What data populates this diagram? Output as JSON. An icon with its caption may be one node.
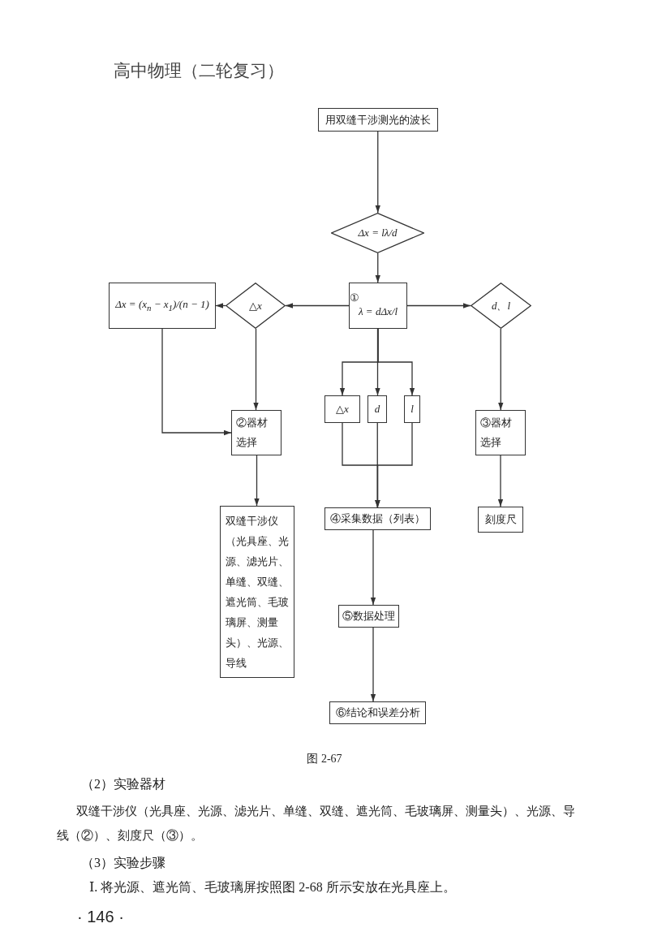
{
  "diagram": {
    "caption": "图 2-67",
    "nodes": [
      {
        "text": [
          "用双缝干涉测光的波长"
        ]
      },
      {
        "text": [
          "Δx = lλ/d"
        ]
      },
      {
        "text": [
          "①",
          "λ = dΔx/l"
        ]
      },
      {
        "text": [
          "△x"
        ]
      },
      {
        "text": [
          "Δx = (x$_{n}$ − x$_{1}$)/(n − 1)"
        ]
      },
      {
        "text": [
          "d、l"
        ]
      },
      {
        "text": [
          "△x"
        ]
      },
      {
        "text": [
          "d"
        ]
      },
      {
        "text": [
          "l"
        ]
      },
      {
        "text": [
          "②器材选择"
        ]
      },
      {
        "text": [
          "③器材选择"
        ]
      },
      {
        "text": [
          "双缝干涉仪（光具座、光源、滤光片、单缝、双缝、遮光筒、毛玻璃屏、测量头）、光源、导线"
        ]
      },
      {
        "text": [
          "④采集数据（列表）"
        ]
      },
      {
        "text": [
          "刻度尺"
        ]
      },
      {
        "text": [
          "⑤数据处理"
        ]
      },
      {
        "text": [
          "⑥结论和误差分析"
        ]
      }
    ],
    "edges": [
      {
        "from": 0,
        "to": 1,
        "arrow": "to"
      },
      {
        "from": 1,
        "to": 2,
        "arrow": "to"
      },
      {
        "from": 2,
        "to": 3,
        "arrow": "to"
      },
      {
        "from": 3,
        "to": 4,
        "arrow": "to"
      },
      {
        "from": 2,
        "to": 5,
        "arrow": "to"
      },
      {
        "from": 2,
        "to": 6,
        "arrow": "to"
      },
      {
        "from": 2,
        "to": 7,
        "arrow": "to"
      },
      {
        "from": 2,
        "to": 8,
        "arrow": "to"
      },
      {
        "from": 3,
        "to": 9,
        "arrow": "to"
      },
      {
        "from": 4,
        "to": 9,
        "arrow": "to"
      },
      {
        "from": 5,
        "to": 10,
        "arrow": "to"
      },
      {
        "from": 9,
        "to": 11,
        "arrow": "to"
      },
      {
        "from": 10,
        "to": 13,
        "arrow": "to"
      },
      {
        "from": 6,
        "to": 12,
        "arrow": "to"
      },
      {
        "from": 7,
        "to": 12,
        "arrow": "to"
      },
      {
        "from": 8,
        "to": 12,
        "arrow": "to"
      },
      {
        "from": 12,
        "to": 14,
        "arrow": "to"
      },
      {
        "from": 14,
        "to": 15,
        "arrow": "to"
      }
    ],
    "labels": [
      "高中物理（二轮复习）",
      "（2）实验器材",
      "双缝干涉仪（光具座、光源、滤光片、单缝、双缝、遮光筒、毛玻璃屏、测量头）、光源、导线（②）、刻度尺（③）。",
      "（3）实验步骤",
      "Ⅰ. 将光源、遮光筒、毛玻璃屏按照图 2-68 所示安放在光具座上。",
      "· 146 ·"
    ]
  }
}
